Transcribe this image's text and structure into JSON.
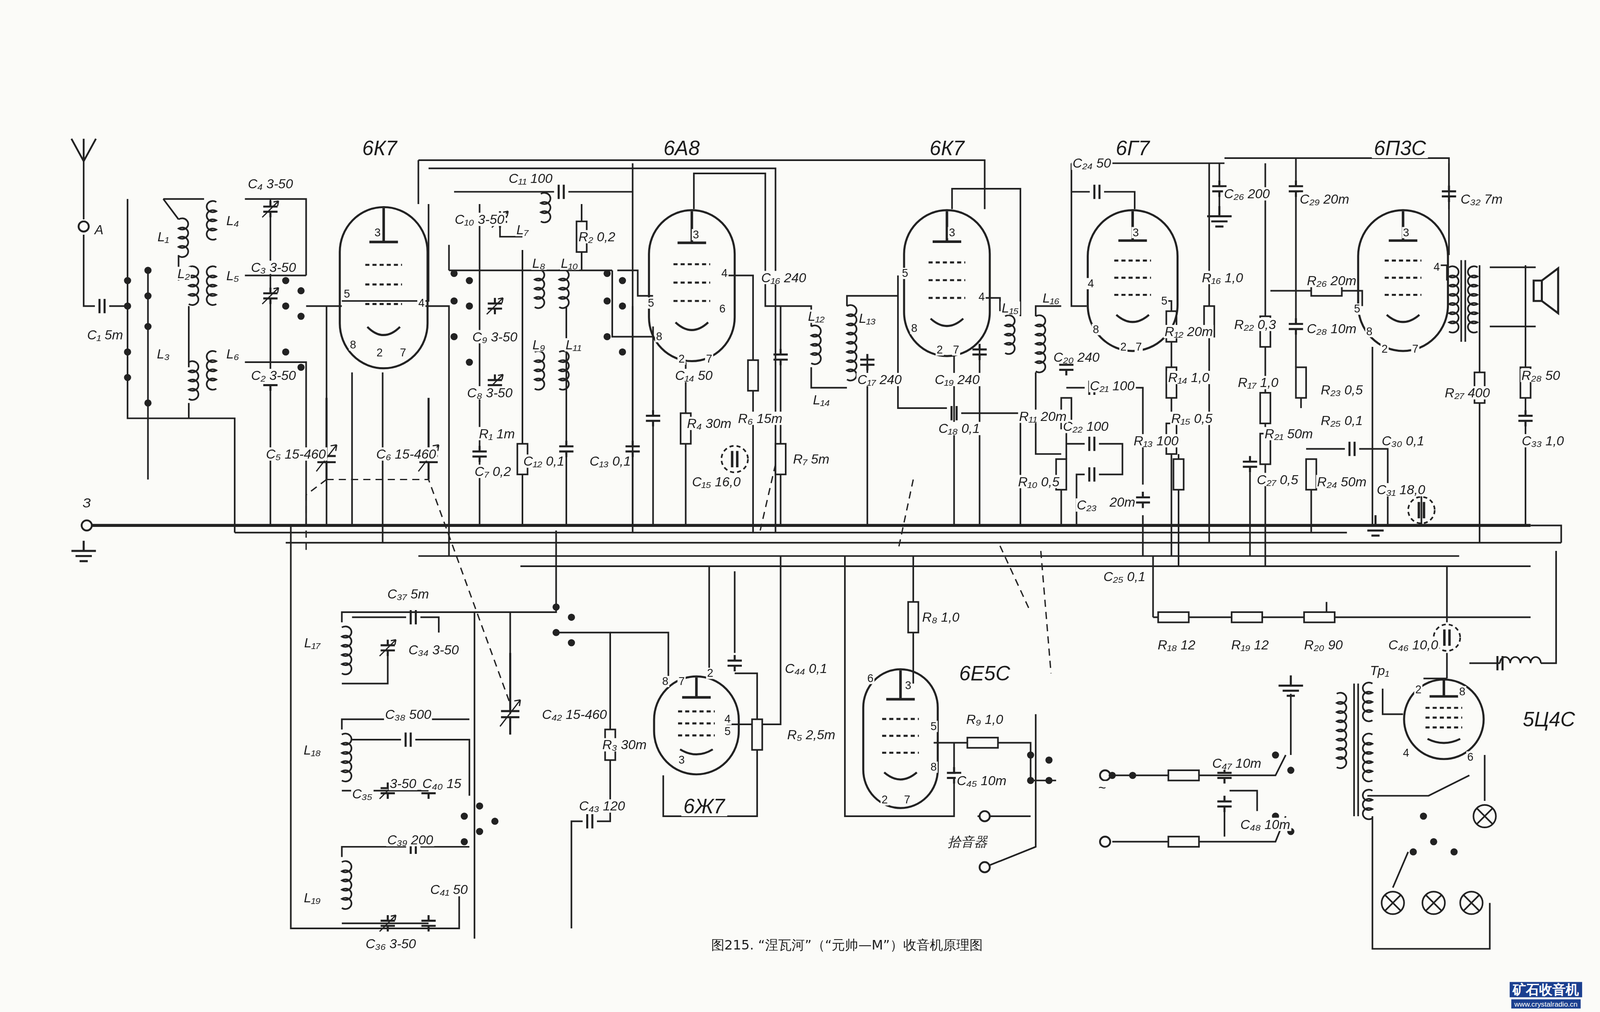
{
  "diagram": {
    "caption": "图215. “涅瓦河”（“元帅—M”）收音机原理图",
    "nodes": [
      {
        "text": [
          "6К7"
        ]
      },
      {
        "text": [
          "6А8"
        ]
      },
      {
        "text": [
          "6К7"
        ]
      },
      {
        "text": [
          "6Г7"
        ]
      },
      {
        "text": [
          "6П3С"
        ]
      },
      {
        "text": [
          "6Ж7"
        ]
      },
      {
        "text": [
          "6Е5С"
        ]
      },
      {
        "text": [
          "5Ц4С"
        ]
      }
    ],
    "labels": [
      "A",
      "C₁ 5т",
      "L₁",
      "L₂",
      "L₃",
      "L₄",
      "L₅",
      "L₆",
      "C₄ 3-50",
      "C₃ 3-50",
      "C₂ 3-50",
      "C₅ 15-460",
      "C₆ 15-460",
      "C₁₁ 100",
      "C₁₀ 3-50",
      "L₇",
      "R₂ 0,2",
      "L₈",
      "L₁₀",
      "C₉ 3-50",
      "L₉",
      "L₁₁",
      "C₈ 3-50",
      "R₁ 1т",
      "C₇ 0,2",
      "C₁₂ 0,1",
      "C₁₃ 0,1",
      "C₁₄ 50",
      "R₄ 30т",
      "C₁₅ 16,0",
      "C₁₆ 240",
      "R₆ 15т",
      "R₇ 5т",
      "L₁₂",
      "L₁₃",
      "L₁₄",
      "C₁₇ 240",
      "C₁₉ 240",
      "C₁₈ 0,1",
      "L₁₅",
      "C₂₄ 50",
      "C₂₆ 200",
      "C₂₉ 20т",
      "C₃₂ 7т",
      "L₁₆",
      "C₂₀ 240",
      "C₂₁ 100",
      "C₂₂ 100",
      "R₁₁ 20т",
      "R₁₀ 0,5",
      "C₂₃",
      "20т",
      "R₁₂ 20т",
      "R₁₆ 1,0",
      "R₂₂ 0,3",
      "R₁₄ 1,0",
      "R₁₃ 100",
      "R₁₅ 0,5",
      "R₁₇ 1,0",
      "C₂₅ 0,1",
      "R₂₆ 20т",
      "C₂₈ 10т",
      "R₂₃ 0,5",
      "R₂₅ 0,1",
      "R₂₁ 50т",
      "C₂₇ 0,5",
      "R₂₄ 50т",
      "C₃₀ 0,1",
      "C₃₁ 18,0",
      "R₂₇ 400",
      "R₂₈ 50",
      "C₃₃ 1,0",
      "З",
      "R₁₈ 12",
      "R₁₉ 12",
      "R₂₀ 90",
      "C₄₆ 10,0",
      "Тр₁",
      "C₄₇ 10т",
      "C₄₈ 10т",
      "~",
      "R₈ 1,0",
      "R₉ 1,0",
      "C₄₅ 10т",
      "拾音器",
      "C₃₇ 5т",
      "C₃₄ 3-50",
      "L₁₇",
      "C₃₈ 500",
      "L₁₈",
      "C₃₅",
      "3-50",
      "C₄₀ 15",
      "C₄₂ 15-460",
      "R₃ 30т",
      "C₄₃ 120",
      "C₄₄ 0,1",
      "R₅ 2,5т",
      "C₃₉ 200",
      "L₁₉",
      "C₄₁ 50",
      "C₃₆ 3-50",
      "矿石收音机",
      "www.crystalradio.cn",
      "3",
      "5",
      "4",
      "8",
      "2",
      "7",
      "3",
      "4",
      "5",
      "6",
      "8",
      "2",
      "7",
      "3",
      "5",
      "4",
      "8",
      "2",
      "7",
      "3",
      "4",
      "5",
      "8",
      "2",
      "7",
      "3",
      "4",
      "5",
      "8",
      "2",
      "7",
      "8",
      "7",
      "2",
      "4",
      "5",
      "3",
      "6",
      "3",
      "5",
      "8",
      "2",
      "7",
      "2",
      "8",
      "4",
      "6"
    ]
  }
}
